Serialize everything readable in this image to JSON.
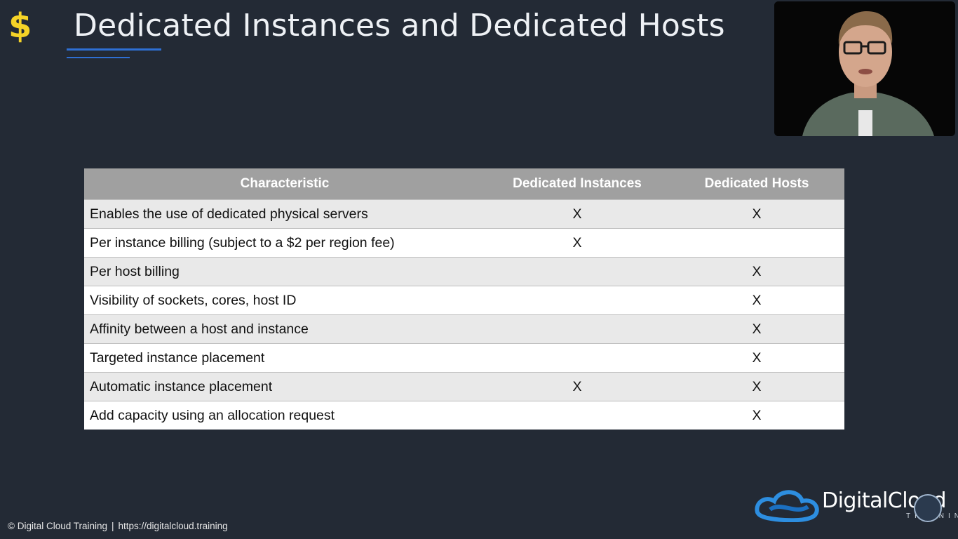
{
  "slide": {
    "title": "Dedicated Instances and Dedicated Hosts",
    "title_icon": "dollar-icon",
    "accent_color": "#2e6fd3",
    "icon_color": "#f5d327"
  },
  "table": {
    "headers": [
      "Characteristic",
      "Dedicated Instances",
      "Dedicated Hosts"
    ],
    "rows": [
      {
        "characteristic": "Enables the use of dedicated physical servers",
        "instances": "X",
        "hosts": "X"
      },
      {
        "characteristic": "Per instance billing (subject to a $2 per region fee)",
        "instances": "X",
        "hosts": ""
      },
      {
        "characteristic": "Per host billing",
        "instances": "",
        "hosts": "X"
      },
      {
        "characteristic": "Visibility of sockets, cores, host ID",
        "instances": "",
        "hosts": "X"
      },
      {
        "characteristic": "Affinity between a host and instance",
        "instances": "",
        "hosts": "X"
      },
      {
        "characteristic": "Targeted instance placement",
        "instances": "",
        "hosts": "X"
      },
      {
        "characteristic": "Automatic instance placement",
        "instances": "X",
        "hosts": "X"
      },
      {
        "characteristic": "Add capacity using an allocation request",
        "instances": "",
        "hosts": "X"
      }
    ]
  },
  "footer": {
    "copyright": "© Digital Cloud Training",
    "separator": "|",
    "url": "https://digitalcloud.training"
  },
  "logo": {
    "name": "DigitalCloud",
    "sub": "TRAINING"
  }
}
